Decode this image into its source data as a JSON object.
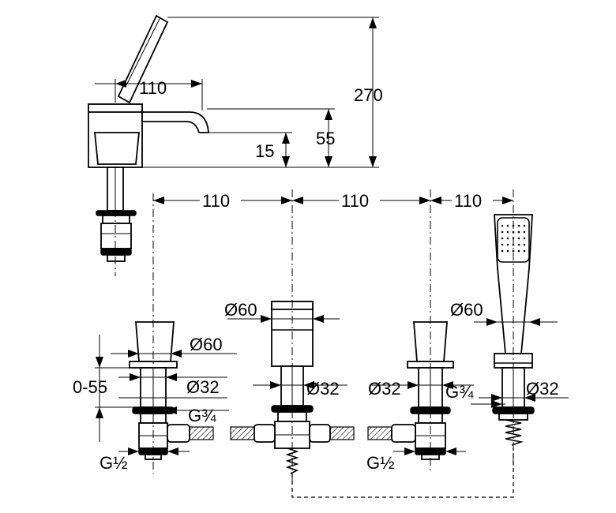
{
  "dimensions": {
    "top_width": "110",
    "total_height": "270",
    "spout_height": "55",
    "outlet_height": "15",
    "spacing_1": "110",
    "spacing_2": "110",
    "spacing_3": "110",
    "diverter_diameter": "Ø60",
    "handle_diameter": "Ø60",
    "shower_diameter": "Ø60",
    "left_shank": "Ø32",
    "mid_shank": "Ø32",
    "right_shank": "Ø32",
    "shower_shank": "Ø32",
    "deck_range": "0-55",
    "left_thread_small": "G¾",
    "shower_thread": "G¾",
    "left_thread_big": "G½",
    "right_thread_big": "G½"
  }
}
